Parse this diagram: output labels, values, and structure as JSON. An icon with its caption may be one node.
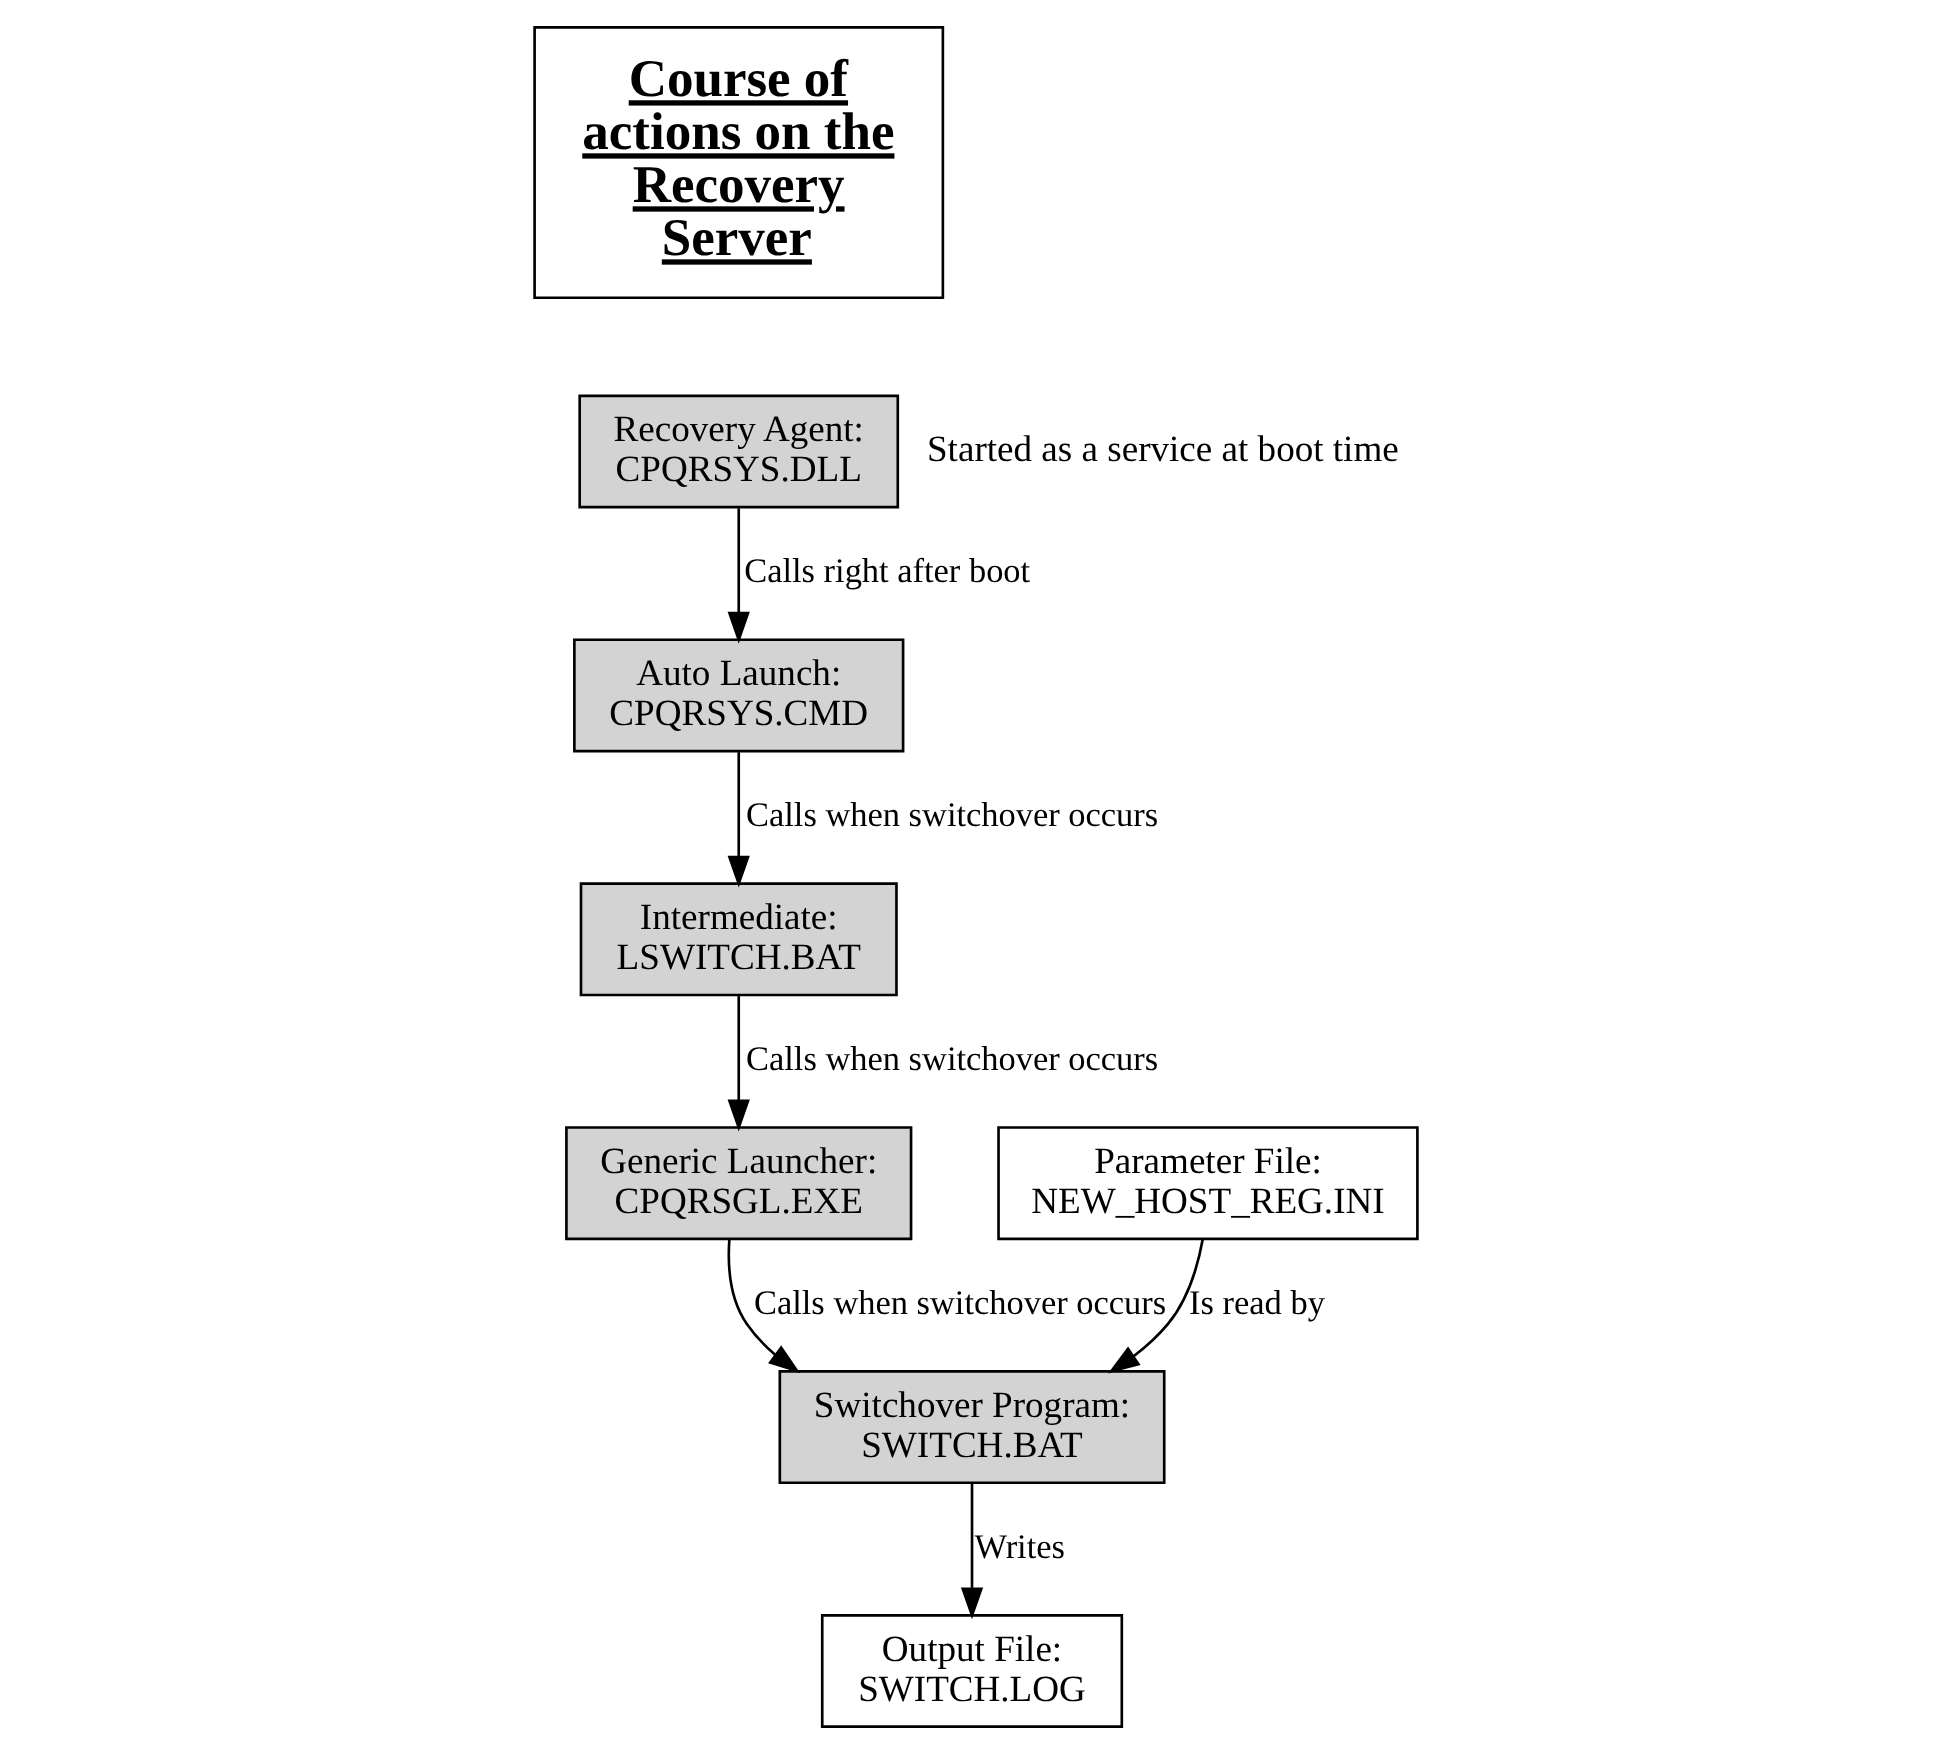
{
  "diagram": {
    "nodes": [
      {
        "text": [
          "Course of actions on the Recovery Server"
        ]
      },
      {
        "text": [
          "Recovery Agent: CPQRSYS.DLL"
        ],
        "beside": [
          "Started as a service at boot time"
        ]
      },
      {
        "text": [
          "Auto Launch: CPQRSYS.CMD"
        ]
      },
      {
        "text": [
          "Intermediate: LSWITCH.BAT"
        ]
      },
      {
        "text": [
          "Generic Launcher: CPQRSGL.EXE"
        ]
      },
      {
        "text": [
          "Parameter File: NEW_HOST_REG.INI"
        ]
      },
      {
        "text": [
          "Switchover Program: SWITCH.BAT"
        ]
      },
      {
        "text": [
          "Output File: SWITCH.LOG"
        ]
      }
    ],
    "edges": [
      {
        "from": 1,
        "to": 2,
        "arrow": "to",
        "label": "Calls right after boot"
      },
      {
        "from": 2,
        "to": 3,
        "arrow": "to",
        "label": "Calls when switchover occurs"
      },
      {
        "from": 3,
        "to": 4,
        "arrow": "to",
        "label": "Calls when switchover occurs"
      },
      {
        "from": 4,
        "to": 6,
        "arrow": "to",
        "label": "Calls when switchover occurs"
      },
      {
        "from": 5,
        "to": 6,
        "arrow": "to",
        "label": "Is read by"
      },
      {
        "from": 6,
        "to": 7,
        "arrow": "to",
        "label": "Writes"
      }
    ]
  }
}
